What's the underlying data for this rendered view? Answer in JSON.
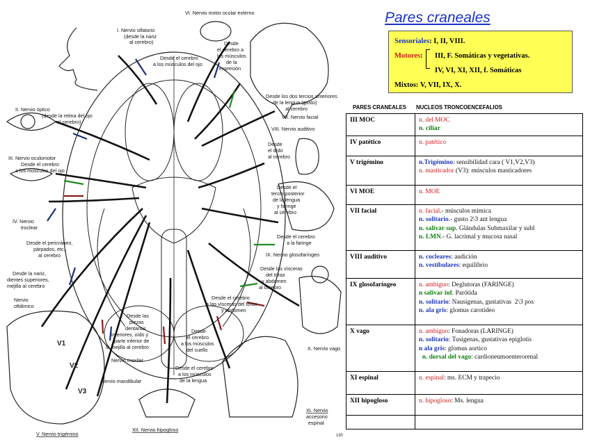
{
  "diagram": {
    "labels": {
      "olfactory_title": "I. Nervio olfatorio",
      "olfactory_sub1": "(desde la nariz",
      "olfactory_sub2": "al cerebro)",
      "abducens_title": "VI. Nervio motor ocular externo",
      "abducens_d1": "Desde el cerebro",
      "abducens_d2": "a los músculos del ojo",
      "facial_d1": "Desde",
      "facial_d2": "el cerebro a",
      "facial_d3": "los músculos",
      "facial_d4": "de la",
      "facial_d5": "expresión",
      "taste_d1": "Desde los dos tercios anteriores",
      "taste_d2": "de la lengua (gusto)",
      "taste_d3": "al cerebro",
      "facial_title": "VII. Nervio facial",
      "optic_title": "II. Nervio óptico",
      "optic_d1": "(desde la retina del ojo",
      "optic_d2": "al cerebro)",
      "auditory_title": "VIII. Nervio auditivo",
      "auditory_d1": "Desde",
      "auditory_d2": "el oído",
      "auditory_d3": "al cerebro",
      "oculomotor_title": "III. Nervio oculomotor",
      "oculomotor_d1": "Desde el cerebro",
      "oculomotor_d2": "a los músculos del ojo",
      "gloss_d1": "Desde el",
      "gloss_d2": "tercio posterior",
      "gloss_d3": "de la lengua",
      "gloss_d4": "y faringe",
      "gloss_d5": "al cerebro",
      "trochlear_1": "IV. Nervio",
      "trochlear_2": "troclear",
      "pericranium_1": "Desde el pericráneo,",
      "pericranium_2": "párpados, etc.,",
      "pericranium_3": "al cerebro",
      "pharynx_1": "Desde el cerebro",
      "pharynx_2": "a la faringe",
      "gloss_title": "IX. Nervio glosofaríngeo",
      "nose_1": "Desde la nariz,",
      "nose_2": "dientes superiores,",
      "nose_3": "mejilla al cerebro",
      "viscera_1": "Desde las vísceras",
      "viscera_2": "del tórax",
      "viscera_3": "y abdomen",
      "viscera_4": "al cerebro",
      "ophthalmic_1": "Nervio",
      "ophthalmic_2": "oftálmico",
      "viscera_out_1": "Desde el cerebro",
      "viscera_out_2": "a las vísceras del tórax",
      "viscera_out_3": "y abdomen",
      "teeth_1": "Desde las",
      "teeth_2": "piezas",
      "teeth_3": "dentarias",
      "teeth_4": "inferiores, oído y",
      "teeth_5": "parte inferior de",
      "teeth_6": "la mejilla al cerebro",
      "neck_1": "Desde",
      "neck_2": "el cerebro",
      "neck_3": "a los músculos",
      "neck_4": "del cuello",
      "vagus_title": "X. Nervio vago",
      "maxillary": "Nervio maxilar",
      "mandibular": "Nervio mandibular",
      "tongue_1": "Desde el cerebro",
      "tongue_2": "a los músculos",
      "tongue_3": "de la lengua",
      "accessory_1": "XI. Nervio",
      "accessory_2": "accesorio",
      "accessory_3": "espinal",
      "trigeminal_title": "V. Nervio trigémino",
      "hypoglossal_title": "XII. Nervio hipogloso",
      "v1": "V1",
      "v2": "V2",
      "v3": "V3"
    },
    "arrow_colors": {
      "blue": "#1e2f7a",
      "green": "#1f8a1f",
      "red": "#8a1a1a"
    }
  },
  "page_number": "180",
  "title": "Pares craneales",
  "summary": {
    "sensory_label": "Sensoriales",
    "sensory_value": ":  I, II, VIII.",
    "motor_label": "Motores",
    "motor_sep": ":",
    "motor_line1": "III, F. Somáticas y vegetativas.",
    "motor_line2": "IV, VI, XI, XII,  f. Somáticas",
    "mixed_label": "Mixtos",
    "mixed_value": ": V, VII, IX, X."
  },
  "table": {
    "header_col1": "PARES CRANEALES",
    "header_col2": "NUCLEOS TRONCOENCEFALIOS",
    "rows": [
      {
        "name": "III MOC",
        "lines": [
          [
            {
              "t": "n. del MOC",
              "c": "red"
            }
          ],
          [
            {
              "t": "n. ciliar",
              "c": "grn"
            }
          ]
        ]
      },
      {
        "name": "IV patético",
        "lines": [
          [
            {
              "t": "n. patético",
              "c": "red"
            }
          ]
        ]
      },
      {
        "name": "V trigémino",
        "lines": [
          [
            {
              "t": "n.Trigémino",
              "c": "blu"
            },
            {
              "t": ": sensibilidad cara ( V1,V2,V3)",
              "c": "blk"
            }
          ],
          [
            {
              "t": "n. masticador",
              "c": "red"
            },
            {
              "t": " (V3): músculos masticadores",
              "c": "blk"
            }
          ]
        ]
      },
      {
        "name": "VI MOE",
        "lines": [
          [
            {
              "t": "n. MOE",
              "c": "red"
            }
          ]
        ]
      },
      {
        "name": "VII facial",
        "lines": [
          [
            {
              "t": "n. facial",
              "c": "red"
            },
            {
              "t": ".- músculos mímica",
              "c": "blk"
            }
          ],
          [
            {
              "t": "n. solitario",
              "c": "blu"
            },
            {
              "t": ".- gusto 2\\3 ant lengua",
              "c": "blk"
            }
          ],
          [
            {
              "t": "n. salivar sup",
              "c": "grn"
            },
            {
              "t": ". Glándulas Submaxilar y subl",
              "c": "blk"
            }
          ],
          [
            {
              "t": "n. LMN",
              "c": "grn"
            },
            {
              "t": ".- G. lacrimal y mucosa nasal",
              "c": "blk"
            }
          ]
        ]
      },
      {
        "name": "VIII auditivo",
        "lines": [
          [
            {
              "t": "n. cocleares",
              "c": "blu"
            },
            {
              "t": ": audición",
              "c": "blk"
            }
          ],
          [
            {
              "t": "n. vestibulares",
              "c": "blu"
            },
            {
              "t": ": equilibrio",
              "c": "blk"
            }
          ]
        ]
      },
      {
        "name": "IX glosofaríngeo",
        "lines": [
          [
            {
              "t": "n. ambiguo",
              "c": "red"
            },
            {
              "t": ": Deglutoras (FARINGE)",
              "c": "blk"
            }
          ],
          [
            {
              "t": "n salivar inf",
              "c": "grn"
            },
            {
              "t": ". Parótida",
              "c": "blk"
            }
          ],
          [
            {
              "t": "n. solitario",
              "c": "blu"
            },
            {
              "t": ": Nausigenas, gustativas  2\\3 pos",
              "c": "blk"
            }
          ],
          [
            {
              "t": "n. ala gris",
              "c": "blu"
            },
            {
              "t": ": glomus carotídeo",
              "c": "blk"
            }
          ]
        ]
      },
      {
        "name": "X vago",
        "lines": [
          [
            {
              "t": "n. ambiguo",
              "c": "red"
            },
            {
              "t": ": Fonadoras (LARINGE)",
              "c": "blk"
            }
          ],
          [
            {
              "t": "n. solitario",
              "c": "blu"
            },
            {
              "t": ": Tusigenas, gustativas epiglotis",
              "c": "blk"
            }
          ],
          [
            {
              "t": "n ala gris",
              "c": "blu"
            },
            {
              "t": ": glomus aortico",
              "c": "blk"
            }
          ],
          [
            {
              "t": "  n. dorsal del vago",
              "c": "grn"
            },
            {
              "t": ": cardioneumoenterorenal",
              "c": "blk"
            }
          ]
        ]
      },
      {
        "name": "XI espinal",
        "lines": [
          [
            {
              "t": "n. espinal",
              "c": "red"
            },
            {
              "t": ": ms. ECM y trapecio",
              "c": "blk"
            }
          ]
        ]
      },
      {
        "name": "XII hipogloso",
        "lines": [
          [
            {
              "t": "n. hipogloso",
              "c": "red"
            },
            {
              "t": ": Ms. lengua",
              "c": "blk"
            }
          ]
        ]
      },
      {
        "name": "",
        "lines": []
      }
    ]
  }
}
